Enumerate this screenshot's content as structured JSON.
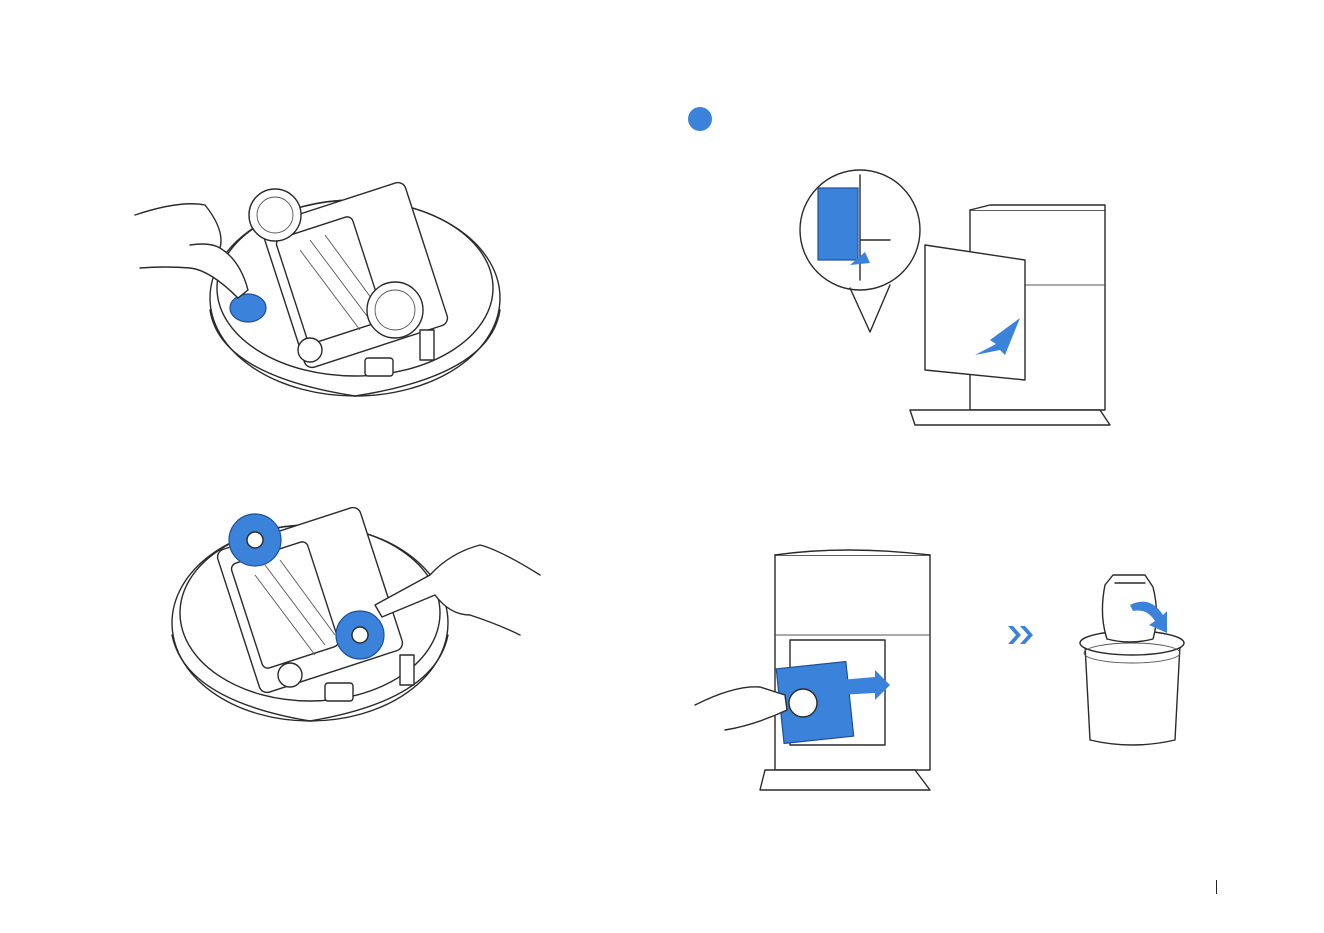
{
  "page": {
    "accent_color": "#3b82db",
    "line_color": "#2a2a2a",
    "background": "#ffffff"
  },
  "figures": [
    {
      "id": "robot-side-brush-removal",
      "icon": "robot-vacuum-underside-illustration"
    },
    {
      "id": "robot-wheels-cleaning",
      "icon": "robot-vacuum-wheels-illustration"
    },
    {
      "id": "station-cover-removal",
      "icon": "station-cover-illustration"
    },
    {
      "id": "station-dust-bag-removal",
      "icon": "station-dust-bag-illustration"
    },
    {
      "id": "dust-bag-disposal",
      "icon": "trash-bin-illustration"
    }
  ],
  "step_marker": {
    "icon": "step-circle-icon"
  },
  "next_indicator": {
    "icon": "double-chevron-right-icon"
  }
}
